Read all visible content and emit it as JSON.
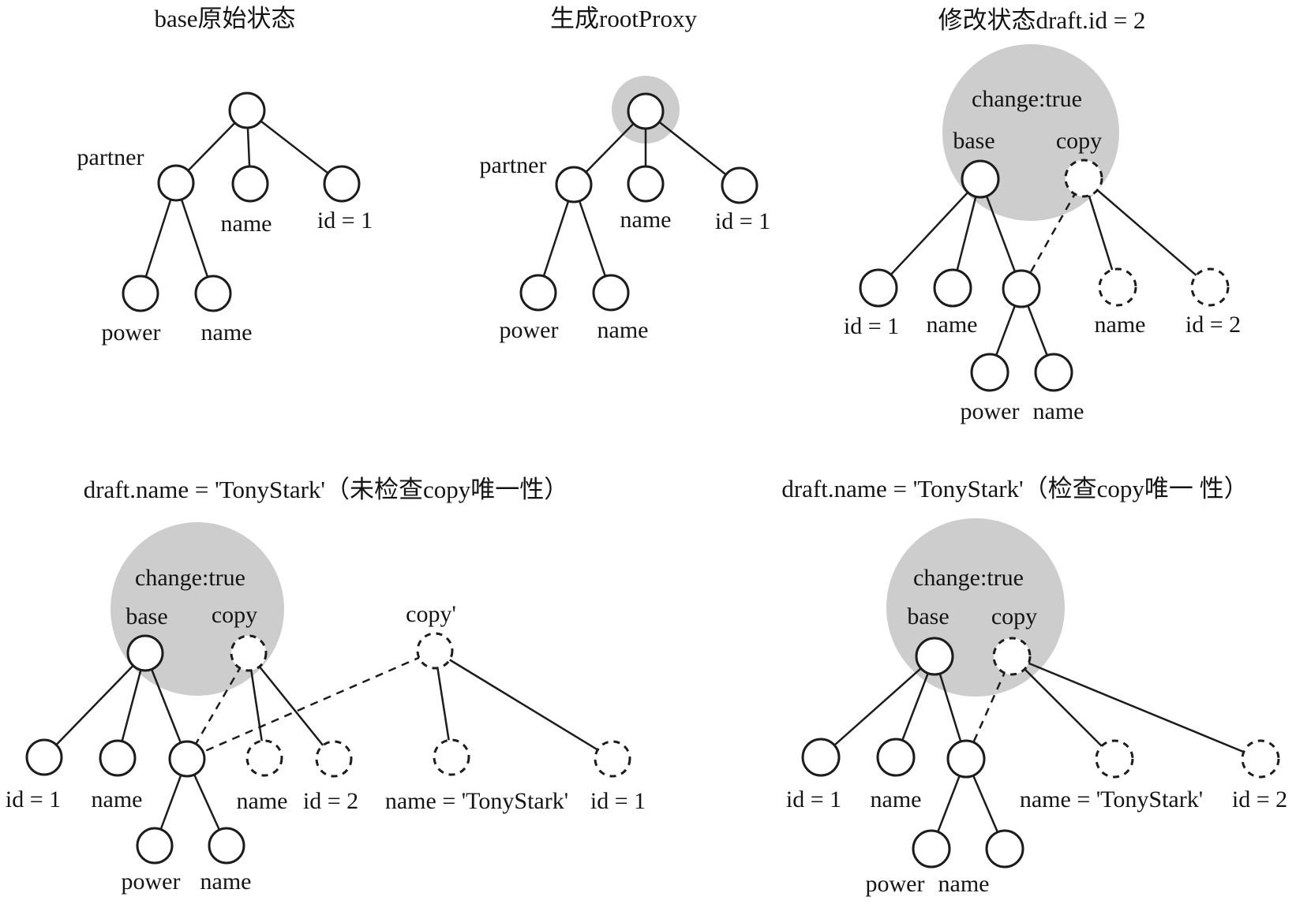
{
  "figure": {
    "description": "Five-panel tree diagram of copy-on-write draft state",
    "colors": {
      "highlight_gray": "#cdcdcd",
      "stroke": "#1c1c1c",
      "text": "#141414",
      "background": "#ffffff"
    }
  },
  "labels": {
    "partner": "partner",
    "name": "name",
    "power": "power",
    "id_1": "id = 1",
    "id_2": "id = 2",
    "base": "base",
    "copy": "copy",
    "copy_prime": "copy'",
    "change_true": "change:true",
    "name_tony": "name = 'TonyStark'"
  },
  "panels": [
    {
      "title": "base原始状态"
    },
    {
      "title": "生成rootProxy"
    },
    {
      "title": "修改状态draft.id = 2"
    },
    {
      "title": "draft.name = 'TonyStark'（未检查copy唯一性）"
    },
    {
      "title": "draft.name = 'TonyStark'（检查copy唯一 性）"
    }
  ]
}
